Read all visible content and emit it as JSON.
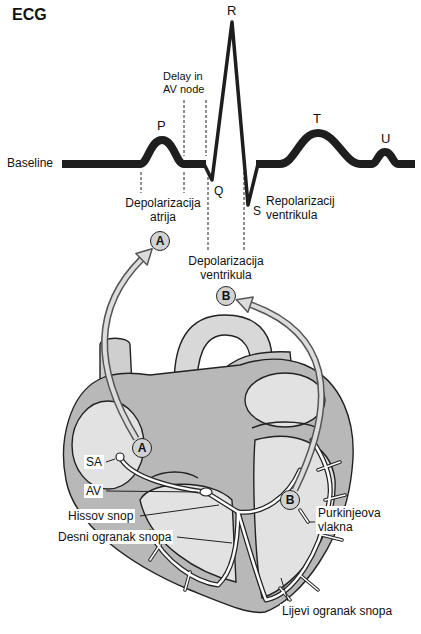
{
  "diagram": {
    "title": "ECG",
    "nodes": [
      {
        "text": [
          "A"
        ]
      },
      {
        "text": [
          "B"
        ]
      },
      {
        "text": [
          "A"
        ]
      },
      {
        "text": [
          "B"
        ]
      }
    ],
    "edges": [
      {
        "from": 2,
        "to": 0,
        "arrow": "to"
      },
      {
        "from": 3,
        "to": 1,
        "arrow": "to"
      }
    ],
    "labels": [
      "P",
      "R",
      "Delay in AV node",
      "T",
      "U",
      "Baseline",
      "Q",
      "S",
      "Depolarizacija atrija",
      "Repolarizacij ventrikula",
      "Depolarizacija ventrikula",
      "SA",
      "AV",
      "Hissov snop",
      "Desni ogranak snopa",
      "Purkinjeova vlakna",
      "Lijevi ogranak snopa"
    ]
  }
}
